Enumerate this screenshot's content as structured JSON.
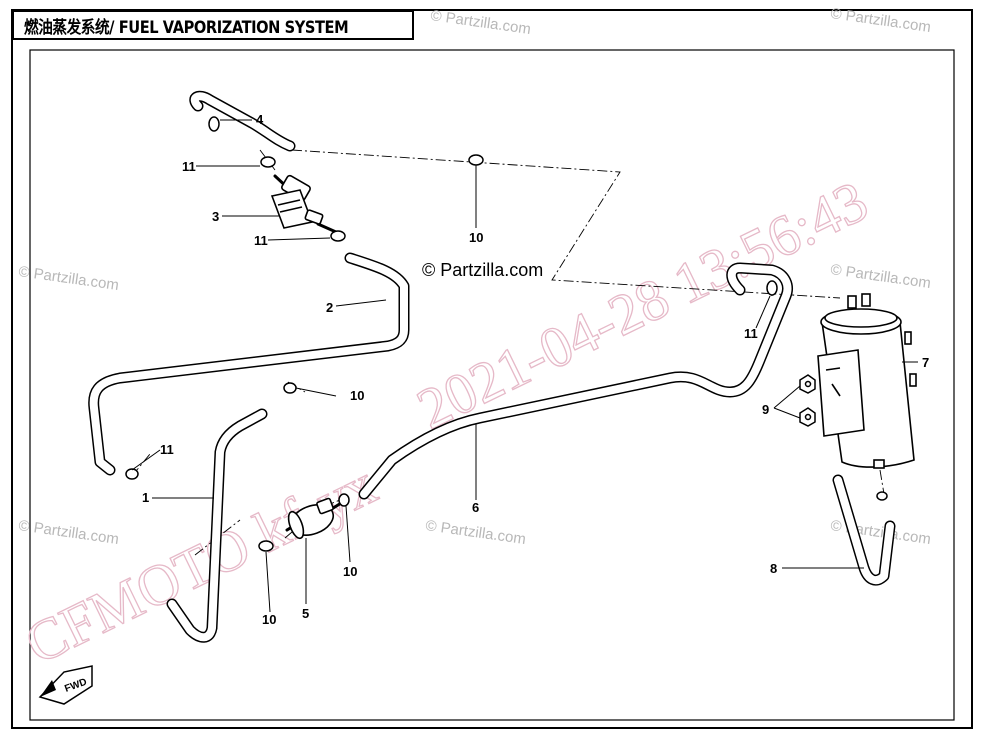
{
  "title": "燃油蒸发系统/ FUEL VAPORIZATION SYSTEM",
  "copyright": "© Partzilla.com",
  "watermarks": {
    "partzilla": "© Partzilla.com",
    "timestamp": "2021-04-28  13:56:43",
    "prefix": "CFMOTO  kf-yx"
  },
  "front_arrow_label": "FWD",
  "callouts": [
    {
      "id": "c1",
      "label": "1",
      "part": "hose-1"
    },
    {
      "id": "c2",
      "label": "2",
      "part": "hose-2"
    },
    {
      "id": "c3",
      "label": "3",
      "part": "valve-3"
    },
    {
      "id": "c4",
      "label": "4",
      "part": "hose-4"
    },
    {
      "id": "c5",
      "label": "5",
      "part": "valve-5"
    },
    {
      "id": "c6",
      "label": "6",
      "part": "hose-6"
    },
    {
      "id": "c7",
      "label": "7",
      "part": "canister-7"
    },
    {
      "id": "c8",
      "label": "8",
      "part": "hose-8"
    },
    {
      "id": "c9",
      "label": "9",
      "part": "nut-9"
    },
    {
      "id": "c10a",
      "label": "10",
      "part": "clamp-10"
    },
    {
      "id": "c10b",
      "label": "10",
      "part": "clamp-10"
    },
    {
      "id": "c10c",
      "label": "10",
      "part": "clamp-10"
    },
    {
      "id": "c10d",
      "label": "10",
      "part": "clamp-10"
    },
    {
      "id": "c11a",
      "label": "11",
      "part": "clamp-11"
    },
    {
      "id": "c11b",
      "label": "11",
      "part": "clamp-11"
    },
    {
      "id": "c11c",
      "label": "11",
      "part": "clamp-11"
    },
    {
      "id": "c11d",
      "label": "11",
      "part": "clamp-11"
    }
  ]
}
